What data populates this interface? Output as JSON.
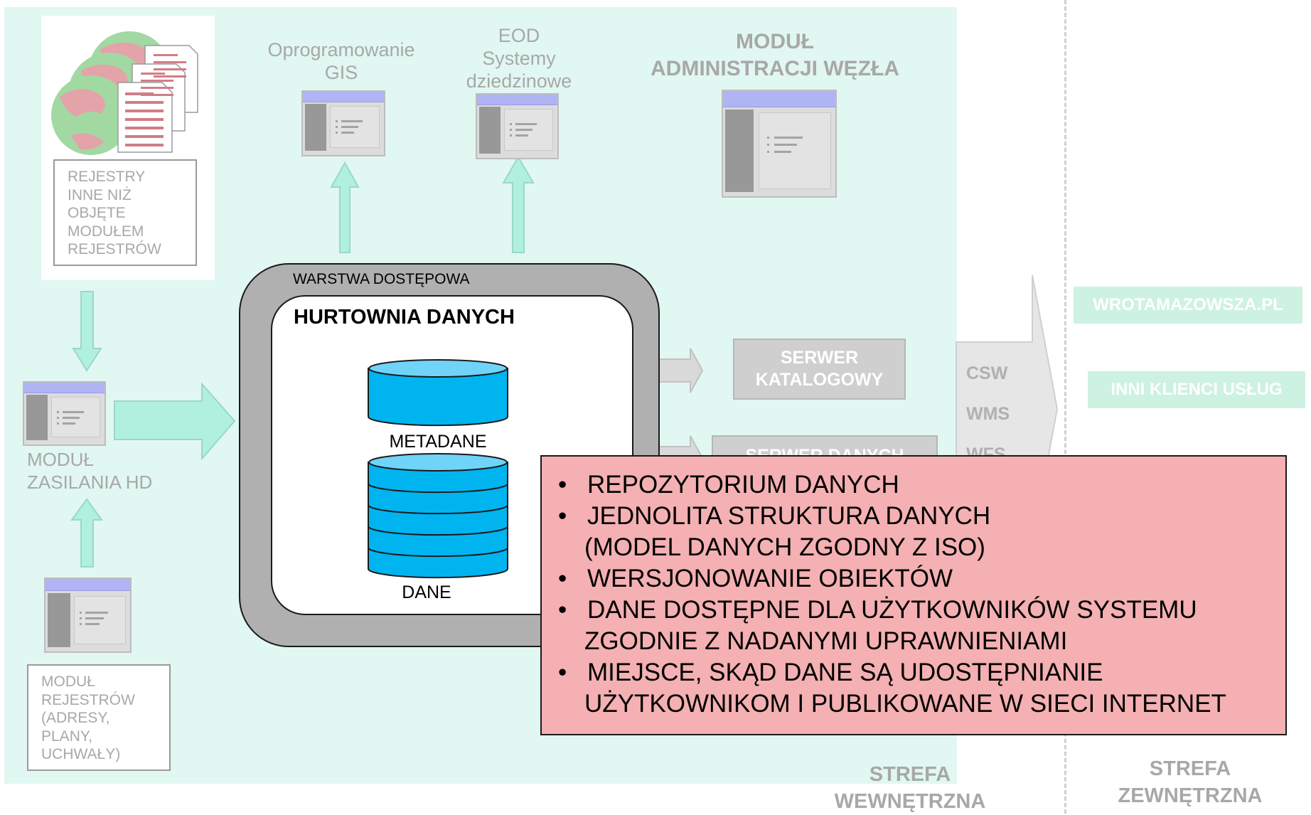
{
  "diagram": {
    "register_box": {
      "label_lines": [
        "REJESTRY",
        "INNE NIŻ",
        "OBJĘTE",
        "MODUŁEM",
        "REJESTRÓW"
      ]
    },
    "gis": {
      "label_lines": [
        "Oprogramowanie",
        "GIS"
      ]
    },
    "eod": {
      "label_lines": [
        "EOD",
        "Systemy",
        "dziedzinowe"
      ]
    },
    "admin_module": {
      "label_lines": [
        "MODUŁ",
        "ADMINISTRACJI WĘZŁA"
      ]
    },
    "feed_module": {
      "label_lines": [
        "MODUŁ",
        "ZASILANIA HD"
      ]
    },
    "registers_module": {
      "label_lines": [
        "MODUŁ",
        "REJESTRÓW",
        "(ADRESY,",
        "PLANY,",
        "UCHWAŁY)"
      ]
    },
    "access_layer": {
      "label": "WARSTWA DOSTĘPOWA"
    },
    "warehouse": {
      "title": "HURTOWNIA DANYCH"
    },
    "metadata_db": {
      "label": "METADANE"
    },
    "data_db": {
      "label": "DANE"
    },
    "catalog_server": {
      "label_lines": [
        "SERWER",
        "KATALOGOWY"
      ]
    },
    "data_server": {
      "label": "SERWER DANYCH"
    },
    "services": [
      "CSW",
      "WMS",
      "WFS"
    ],
    "clients": [
      "WROTAMAZOWSZA.PL",
      "INNI KLIENCI USŁUG"
    ],
    "zones": {
      "internal": [
        "STREFA",
        "WEWNĘTRZNA"
      ],
      "external": [
        "STREFA",
        "ZEWNĘTRZNA"
      ]
    },
    "callout": {
      "bullet": "•",
      "items": [
        {
          "lines": [
            "REPOZYTORIUM DANYCH"
          ]
        },
        {
          "lines": [
            "JEDNOLITA STRUKTURA DANYCH",
            "(MODEL DANYCH ZGODNY Z ISO)"
          ]
        },
        {
          "lines": [
            "WERSJONOWANIE OBIEKTÓW"
          ]
        },
        {
          "lines": [
            "DANE DOSTĘPNE DLA UŻYTKOWNIKÓW SYSTEMU",
            "ZGODNIE Z NADANYMI UPRAWNIENIAMI"
          ]
        },
        {
          "lines": [
            "MIEJSCE, SKĄD DANE SĄ UDOSTĘPNIANIE",
            "UŻYTKOWNIKOM I PUBLIKOWANE W SIECI INTERNET"
          ]
        }
      ]
    },
    "colors": {
      "internal_zone": "#e1f7f1",
      "arrow": "#b1efde",
      "arrow_border": "#9ad8c7",
      "database": "#00b4f0",
      "callout_bg": "#f4b0b2",
      "access_layer": "#b0b0b0",
      "window_title": "#b1b4f4"
    }
  }
}
